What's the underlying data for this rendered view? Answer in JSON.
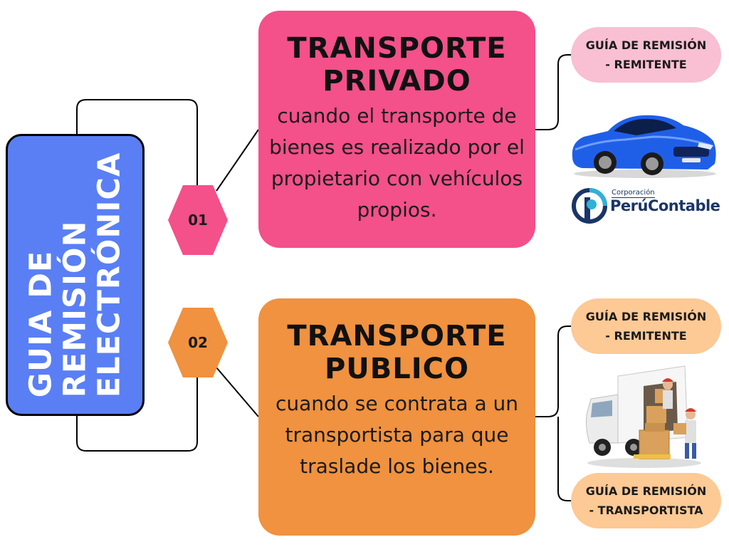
{
  "main_title": {
    "line1": "GUIA DE",
    "line2": "REMISIÓN",
    "line3": "ELECTRÓNICA"
  },
  "steps": [
    {
      "number": "01",
      "title_line1": "TRANSPORTE",
      "title_line2": "PRIVADO",
      "description": "cuando el transporte de bienes es realizado por el propietario con vehículos propios."
    },
    {
      "number": "02",
      "title_line1": "TRANSPORTE",
      "title_line2": "PUBLICO",
      "description": "cuando se contrata a un transportista para que traslade los bienes."
    }
  ],
  "pills": [
    {
      "line1": "GUÍA DE REMISIÓN",
      "line2": "- REMITENTE"
    },
    {
      "line1": "GUÍA DE REMISIÓN",
      "line2": "- REMITENTE"
    },
    {
      "line1": "GUÍA DE REMISIÓN",
      "line2": "- TRANSPORTISTA"
    }
  ],
  "logo": {
    "small": "Corporación",
    "name": "PerúContable"
  },
  "colors": {
    "title_bg": "#5a7ff5",
    "pink": "#f4508a",
    "orange": "#f0923f",
    "pink_light": "#f9bfd3",
    "orange_light": "#fdc995"
  },
  "icons": {
    "car": "blue-car-icon",
    "truck": "delivery-truck-icon",
    "logo": "perucontable-logo-icon"
  }
}
